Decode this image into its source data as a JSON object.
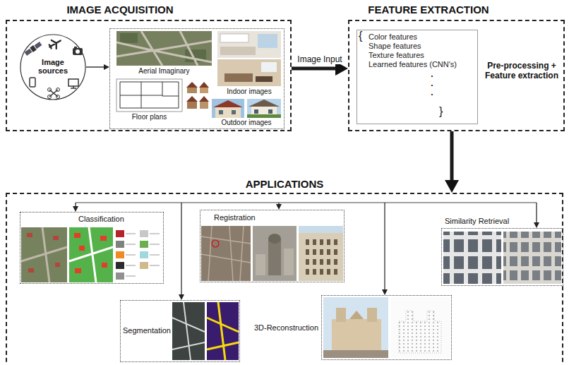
{
  "diagram": {
    "nodes": [
      {
        "text": [
          "IMAGE ACQUISITION"
        ]
      },
      {
        "text": [
          "Image sources"
        ],
        "in": 0
      },
      {
        "text": [
          "Aerial Imaginary",
          "Indoor images",
          "Floor plans",
          "Outdoor images"
        ],
        "in": 0
      },
      {
        "text": [
          "FEATURE EXTRACTION",
          "Pre-processing + Feature extraction"
        ]
      },
      {
        "text": [
          "{",
          "Color features",
          "Shape features",
          "Texture features",
          "Learned features (CNN's)",
          ".",
          ".",
          ".",
          "}"
        ],
        "in": 3
      },
      {
        "text": [
          "APPLICATIONS"
        ]
      },
      {
        "text": [
          "Classification"
        ],
        "in": 5
      },
      {
        "text": [
          "Registration"
        ],
        "in": 5
      },
      {
        "text": [
          "Similarity Retrieval"
        ],
        "in": 5
      },
      {
        "text": [
          "Segmentation"
        ],
        "in": 5
      },
      {
        "text": [
          "3D-Reconstruction"
        ],
        "in": 5
      }
    ],
    "edges": [
      {
        "from": 1,
        "to": 2,
        "arrow": "to"
      },
      {
        "from": 0,
        "to": 3,
        "label": "Image Input",
        "arrow": "to"
      },
      {
        "from": 3,
        "to": 5,
        "arrow": "to"
      },
      {
        "from": 5,
        "to": 6,
        "arrow": "to"
      },
      {
        "from": 5,
        "to": 7,
        "arrow": "to"
      },
      {
        "from": 5,
        "to": 8,
        "arrow": "to"
      },
      {
        "from": 5,
        "to": 9,
        "arrow": "to"
      },
      {
        "from": 5,
        "to": 10,
        "arrow": "to"
      }
    ]
  }
}
